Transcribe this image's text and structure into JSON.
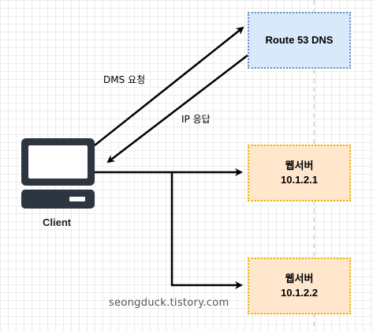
{
  "nodes": {
    "dns": {
      "label": "Route 53 DNS"
    },
    "web1": {
      "line1": "웹서버",
      "line2": "10.1.2.1"
    },
    "web2": {
      "line1": "웹서버",
      "line2": "10.1.2.2"
    },
    "client": {
      "label": "Client",
      "icon": "computer-icon"
    }
  },
  "edges": {
    "request_label": "DMS 요청",
    "response_label": "IP 응답"
  },
  "watermark": "seongduck.tistory.com",
  "colors": {
    "dns_fill": "#dae8fc",
    "dns_border": "#6c8ebf",
    "web_fill": "#ffe6cc",
    "web_border": "#e6b400",
    "client_icon": "#2d3540"
  }
}
